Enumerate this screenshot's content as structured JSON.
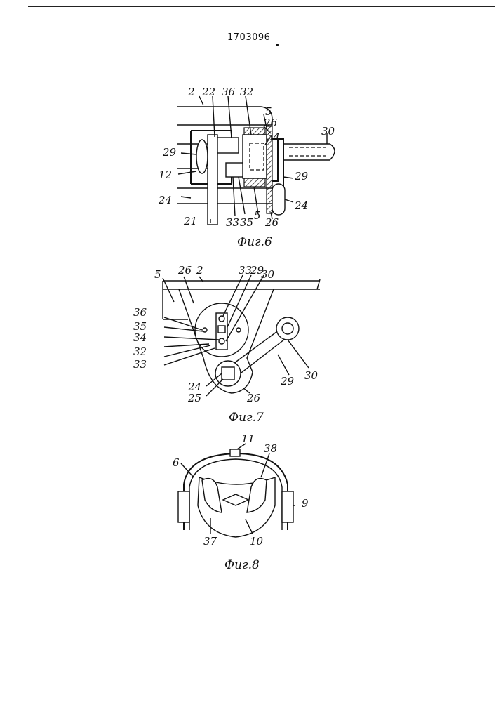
{
  "header": {
    "patent_number": "1703096"
  },
  "figures": [
    {
      "caption": "Фиг.6",
      "labels": [
        "2",
        "22",
        "36",
        "32",
        "5",
        "26",
        "34",
        "30",
        "29",
        "12",
        "29",
        "24",
        "24",
        "21",
        "33",
        "35",
        "5",
        "26"
      ]
    },
    {
      "caption": "Фиг.7",
      "labels": [
        "5",
        "26",
        "2",
        "33",
        "29",
        "30",
        "36",
        "35",
        "34",
        "32",
        "33",
        "30",
        "29",
        "24",
        "25",
        "26"
      ]
    },
    {
      "caption": "Фиг.8",
      "labels": [
        "11",
        "6",
        "38",
        "9",
        "37",
        "10"
      ]
    }
  ]
}
